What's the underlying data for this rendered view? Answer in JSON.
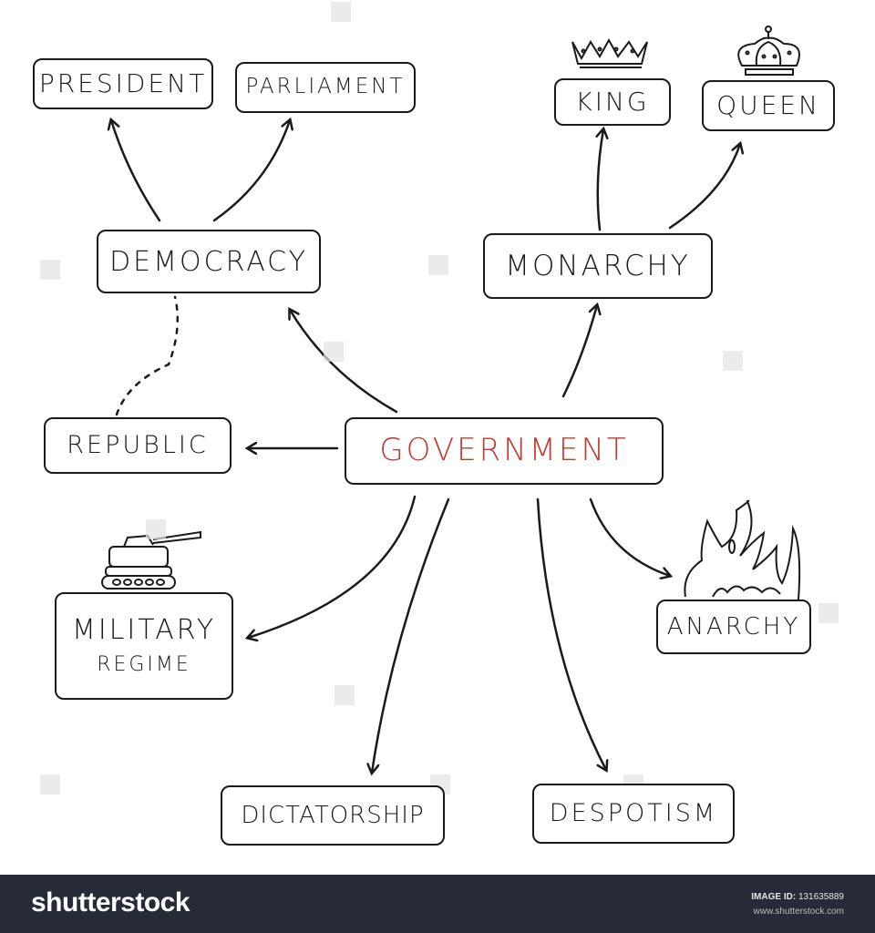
{
  "diagram": {
    "title": "Government",
    "center": {
      "label": "GOVERNMENT",
      "color": "#c0392b"
    },
    "nodes": {
      "president": "PRESIDENT",
      "parliament": "PARLIAMENT",
      "democracy": "DEMOCRACY",
      "republic": "REPUBLIC",
      "military_line1": "MILITARY",
      "military_line2": "REGIME",
      "dictatorship": "DICTATORSHIP",
      "despotism": "DESPOTISM",
      "anarchy": "ANARCHY",
      "monarchy": "MONARCHY",
      "king": "KING",
      "queen": "QUEEN"
    },
    "edges": [
      {
        "from": "GOVERNMENT",
        "to": "DEMOCRACY",
        "style": "arrow"
      },
      {
        "from": "GOVERNMENT",
        "to": "MONARCHY",
        "style": "arrow"
      },
      {
        "from": "GOVERNMENT",
        "to": "REPUBLIC",
        "style": "arrow"
      },
      {
        "from": "GOVERNMENT",
        "to": "MILITARY REGIME",
        "style": "arrow"
      },
      {
        "from": "GOVERNMENT",
        "to": "DICTATORSHIP",
        "style": "arrow"
      },
      {
        "from": "GOVERNMENT",
        "to": "DESPOTISM",
        "style": "arrow"
      },
      {
        "from": "GOVERNMENT",
        "to": "ANARCHY",
        "style": "arrow"
      },
      {
        "from": "DEMOCRACY",
        "to": "PRESIDENT",
        "style": "arrow"
      },
      {
        "from": "DEMOCRACY",
        "to": "PARLIAMENT",
        "style": "arrow"
      },
      {
        "from": "MONARCHY",
        "to": "KING",
        "style": "arrow"
      },
      {
        "from": "MONARCHY",
        "to": "QUEEN",
        "style": "arrow"
      },
      {
        "from": "REPUBLIC",
        "to": "DEMOCRACY",
        "style": "dashed"
      }
    ],
    "icons": [
      "king-crown-icon",
      "queen-crown-icon",
      "tank-icon",
      "fire-icon"
    ]
  },
  "footer": {
    "brand": "shutterstock",
    "image_id_label": "IMAGE ID:",
    "image_id": "131635889",
    "site": "www.shutterstock.com"
  }
}
